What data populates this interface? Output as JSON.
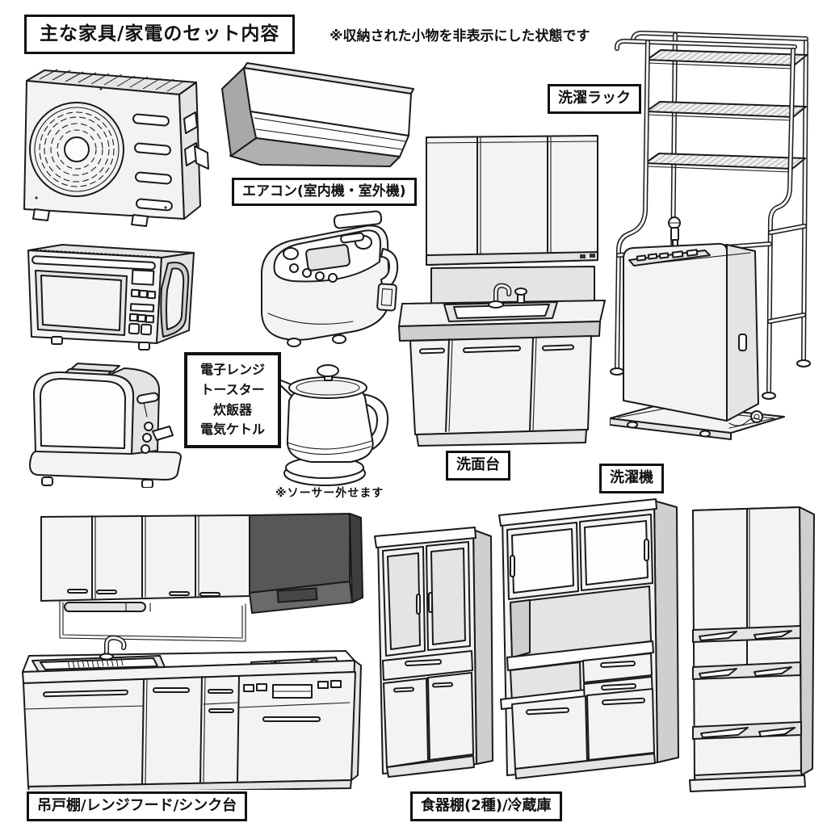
{
  "header": {
    "title": "主な家具/家電のセット内容",
    "note": "※収納された小物を非表示にした状態です"
  },
  "labels": {
    "aircon": "エアコン(室内機・室外機)",
    "appliance_group": {
      "line1": "電子レンジ",
      "line2": "トースター",
      "line3": "炊飯器",
      "line4": "電気ケトル"
    },
    "kettle_note": "※ソーサー外せます",
    "washstand": "洗面台",
    "laundry_rack": "洗濯ラック",
    "washing_machine": "洗濯機",
    "kitchen": "吊戸棚/レンジフード/シンク台",
    "cupboard_fridge": "食器棚(2種)/冷蔵庫"
  },
  "illustrations": [
    "ac-outdoor-unit",
    "ac-indoor-unit",
    "microwave-oven",
    "rice-cooker",
    "toaster",
    "electric-kettle",
    "washstand",
    "laundry-rack",
    "washing-machine",
    "kitchen-counter-with-hood",
    "tall-cupboard",
    "kitchen-cabinet",
    "refrigerator"
  ],
  "colors": {
    "outline": "#1a1a1a",
    "fill_light": "#f3f3f3",
    "fill_shade": "#e4e4e4",
    "hood_dark": "#575757",
    "background": "#ffffff"
  }
}
